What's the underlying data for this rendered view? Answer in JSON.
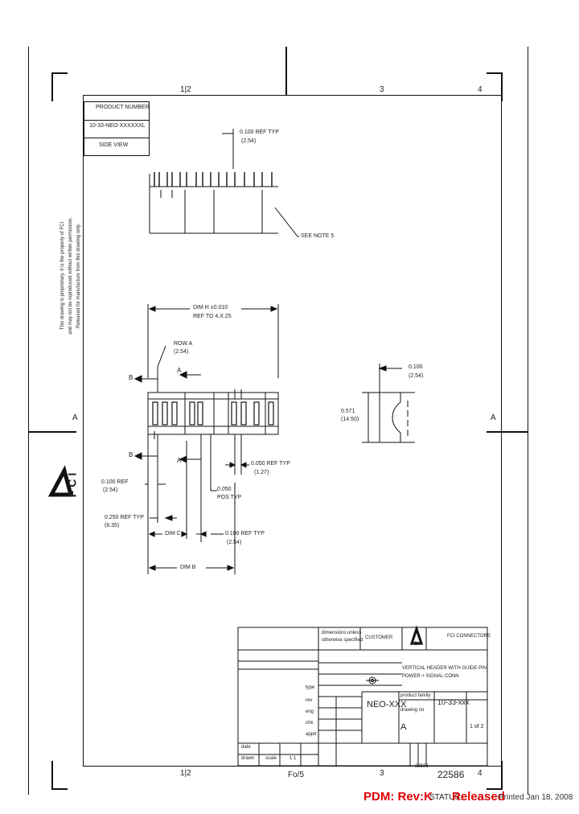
{
  "zones": {
    "top_a": "1|2",
    "top_b": "3",
    "top_c": "4",
    "bottom_a": "1|2",
    "bottom_b": "3",
    "bottom_c": "4",
    "side_left": "A",
    "side_right": "A"
  },
  "product_box": {
    "label": "PRODUCT NUMBER",
    "value": "10-33-NEO-XXXXXXL",
    "view": "SIDE VIEW"
  },
  "dims": {
    "top_pitch": "0.100 REF TYP",
    "top_pitch_mm": "(2.54)",
    "see_note": "SEE NOTE 5",
    "dim_h": "DIM H ±0.010",
    "dim_h_sub": "REF TO 4.X.25",
    "row_label": "ROW A",
    "row_pitch": "(2.54)",
    "sec_b_top": "B",
    "sec_b_bot": "B",
    "sec_a_top": "A",
    "sec_a_bot": "A",
    "pitch_050": "0.050 REF TYP",
    "pitch_050_mm": "(1.27)",
    "ref_100": "0.100 REF",
    "ref_100_mm": "(2.54)",
    "side_050": "0.050",
    "side_050_sub": "POS TYP",
    "ref_250": "0.250 REF TYP",
    "ref_250_mm": "(6.35)",
    "dim_c": "DIM C",
    "ref_100b": "0.100 REF TYP",
    "ref_100b_mm": "(2.54)",
    "dim_b": "DIM B",
    "right_dim": "0.100",
    "right_dim_mm": "(2.54)",
    "right_height": "0.571",
    "right_height_mm": "(14.50)"
  },
  "side_notes": [
    "This drawing is proprietary. It is the property of FCI",
    "and may not be reproduced without written permission.",
    "Released for manufacture from this drawing only."
  ],
  "logo": {
    "text": "FCI"
  },
  "title_block": {
    "dimensions_label": "dimensions unless",
    "dimensions_sub": "otherwise specified",
    "customer": "CUSTOMER",
    "logo": "FCI",
    "company": "FCI CONNECTORS",
    "title_line1": "VERTICAL HEADER WITH GUIDE PIN",
    "title_line2": "POWER + SIGNAL CONN",
    "product_family": "product family",
    "product_family_value": "NEO-XXX",
    "drawing_number_label": "drawing no",
    "drawing_number": "10-33-xxx",
    "size": "A",
    "sheet": "1 of 2",
    "part_code": "22586",
    "rows": [
      "type",
      "rev",
      "eng",
      "chk",
      "appd",
      "date"
    ],
    "footer_left": "drawn",
    "footer_mid": "scale",
    "footer_right": "1:1"
  },
  "bottom_row": {
    "center": "Fo/5",
    "number": "22586"
  },
  "status_bar": {
    "pdm": "PDM: Rev:K",
    "status_label": "STATUS:",
    "status_value": "Released",
    "printed": "Printed Jan 18, 2008"
  }
}
